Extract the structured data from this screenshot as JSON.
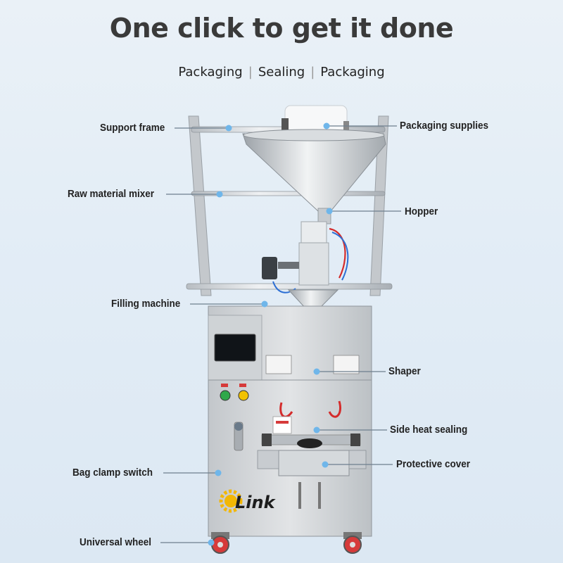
{
  "header": {
    "title": "One click to get it done",
    "tags": [
      "Packaging",
      "Sealing",
      "Packaging"
    ],
    "title_color": "#3a3a3a",
    "text_color": "#222222"
  },
  "callouts": [
    {
      "key": "support_frame",
      "label": "Support frame",
      "side": "left"
    },
    {
      "key": "raw_material_mixer",
      "label": "Raw material mixer",
      "side": "left"
    },
    {
      "key": "filling_machine",
      "label": "Filling machine",
      "side": "left"
    },
    {
      "key": "bag_clamp_switch",
      "label": "Bag clamp switch",
      "side": "left"
    },
    {
      "key": "universal_wheel",
      "label": "Universal wheel",
      "side": "left"
    },
    {
      "key": "packaging_supplies",
      "label": "Packaging supplies",
      "side": "right"
    },
    {
      "key": "hopper",
      "label": "Hopper",
      "side": "right"
    },
    {
      "key": "shaper",
      "label": "Shaper",
      "side": "right"
    },
    {
      "key": "side_heat_sealing",
      "label": "Side heat sealing",
      "side": "right"
    },
    {
      "key": "protective_cover",
      "label": "Protective cover",
      "side": "right"
    }
  ],
  "brand": {
    "logo_text": "Link",
    "logo_color": "#f2b705"
  },
  "colors": {
    "leader_line": "#6e7f8e",
    "dot": "#6fb6ea",
    "steel_light": "#e4e6e8",
    "steel_mid": "#c9cdd1",
    "steel_dark": "#9ea4aa",
    "wheel_red": "#d63a3a",
    "button_green": "#2fa84a",
    "button_yellow": "#f2c200"
  }
}
